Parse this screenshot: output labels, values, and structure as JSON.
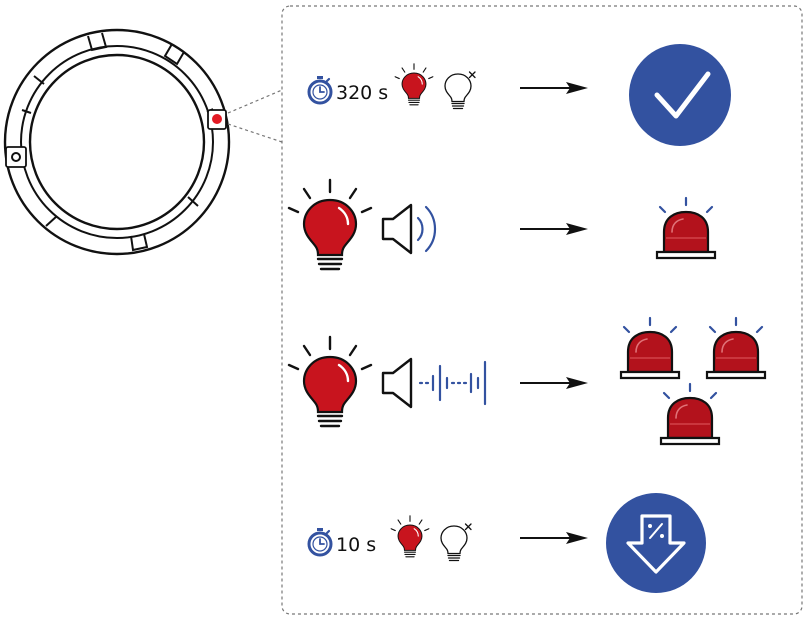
{
  "rows": [
    {
      "timer_label": "320 s",
      "result": "check-mark"
    },
    {
      "result": "single-alarm"
    },
    {
      "result": "triple-alarm"
    },
    {
      "timer_label": "10 s",
      "result": "low-battery-arrow"
    }
  ],
  "colors": {
    "accent_blue": "#3352a0",
    "alarm_red": "#b3121c",
    "bulb_red": "#c8141e",
    "outline": "#111111",
    "frame_dashed": "#777777"
  },
  "icons": [
    "device-ring-icon",
    "stopwatch-icon",
    "red-bulb-icon",
    "bulb-off-icon",
    "speaker-icon",
    "arrow-right-icon",
    "check-circle-icon",
    "alarm-light-icon",
    "down-arrow-circle-icon"
  ]
}
